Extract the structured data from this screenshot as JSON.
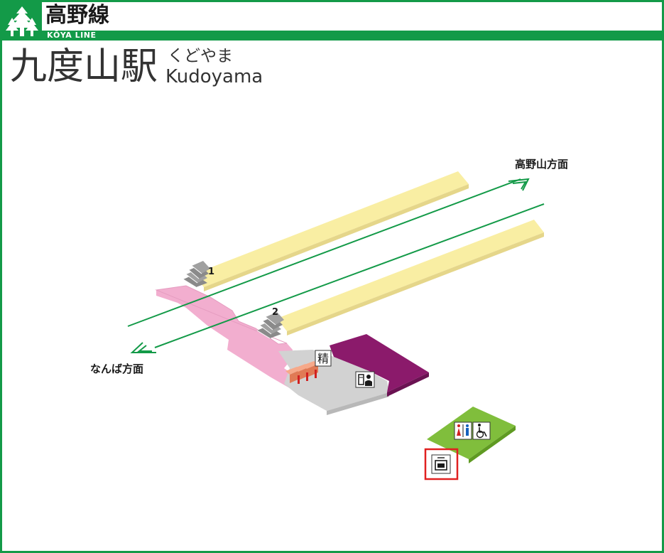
{
  "header": {
    "line_name": "高野線",
    "line_name_en": "KŌYA LINE"
  },
  "station": {
    "name": "九度山駅",
    "kana": "くどやま",
    "romaji": "Kudoyama"
  },
  "directions": {
    "up": "高野山方面",
    "down": "なんば方面"
  },
  "platforms": {
    "one": "1",
    "two": "2"
  },
  "facilities": {
    "fare_adjustment": "精"
  },
  "icons": {
    "logo": "cedar-tree-icon",
    "fare_adjustment": "fare-adjustment-icon",
    "ticket_machine": "ticket-machine-icon",
    "toilet": "toilet-icon",
    "accessible": "wheelchair-icon",
    "coin_locker": "coin-locker-icon"
  },
  "colors": {
    "brand_green": "#139a48",
    "platform_yellow": "#f9eea3",
    "concourse_pink": "#f2aecf",
    "station_office": "#8b1a6b",
    "floor_gray": "#d2d2d2",
    "toilet_area": "#80be3c",
    "highlight_red": "#e02020"
  }
}
